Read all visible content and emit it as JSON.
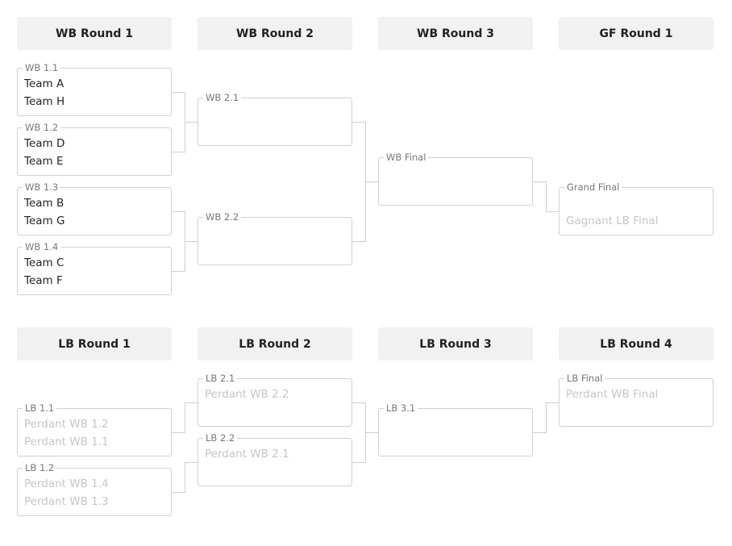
{
  "winners_headers": [
    "WB Round 1",
    "WB Round 2",
    "WB Round 3",
    "GF Round 1"
  ],
  "losers_headers": [
    "LB Round 1",
    "LB Round 2",
    "LB Round 3",
    "LB Round 4"
  ],
  "matches": {
    "wb11": {
      "label": "WB 1.1",
      "team1": "Team A",
      "team2": "Team H"
    },
    "wb12": {
      "label": "WB 1.2",
      "team1": "Team D",
      "team2": "Team E"
    },
    "wb13": {
      "label": "WB 1.3",
      "team1": "Team B",
      "team2": "Team G"
    },
    "wb14": {
      "label": "WB 1.4",
      "team1": "Team C",
      "team2": "Team F"
    },
    "wb21": {
      "label": "WB 2.1",
      "team1": "",
      "team2": ""
    },
    "wb22": {
      "label": "WB 2.2",
      "team1": "",
      "team2": ""
    },
    "wbf": {
      "label": "WB Final",
      "team1": "",
      "team2": ""
    },
    "gf": {
      "label": "Grand Final",
      "team1": "",
      "team2": "Gagnant LB Final"
    },
    "lb11": {
      "label": "LB 1.1",
      "team1": "Perdant WB 1.2",
      "team2": "Perdant WB 1.1"
    },
    "lb12": {
      "label": "LB 1.2",
      "team1": "Perdant WB 1.4",
      "team2": "Perdant WB 1.3"
    },
    "lb21": {
      "label": "LB 2.1",
      "team1": "Perdant WB 2.2",
      "team2": ""
    },
    "lb22": {
      "label": "LB 2.2",
      "team1": "Perdant WB 2.1",
      "team2": ""
    },
    "lb31": {
      "label": "LB 3.1",
      "team1": "",
      "team2": ""
    },
    "lbf": {
      "label": "LB Final",
      "team1": "Perdant WB Final",
      "team2": ""
    }
  },
  "colors": {
    "header_bg": "#f1f1f1",
    "card_border": "#d0d0d0",
    "connector": "#cfcfcf",
    "team_text": "#222222",
    "placeholder_text": "#c6c6c6",
    "label_text": "#777777"
  }
}
